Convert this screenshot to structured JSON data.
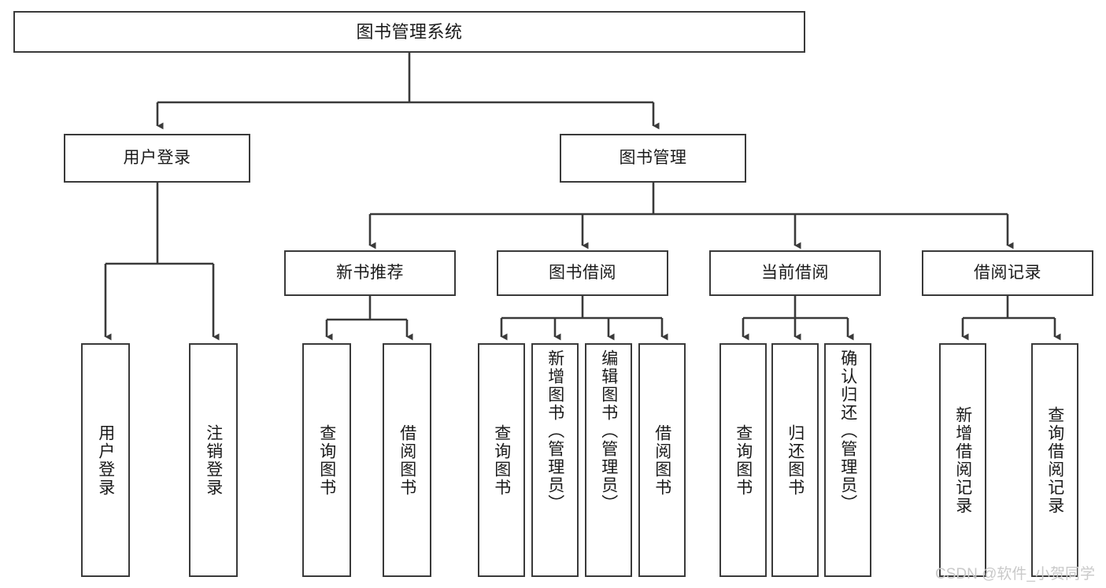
{
  "diagram": {
    "title": "图书管理系统",
    "type": "tree",
    "colors": {
      "border": "#3a3a3a",
      "fill": "#ffffff",
      "text": "#1a1a1a",
      "wire": "#3a3a3a",
      "watermark": "#c9c9c9"
    },
    "root": {
      "label": "图书管理系统"
    },
    "level2": [
      {
        "label": "用户登录"
      },
      {
        "label": "图书管理"
      }
    ],
    "level3": [
      {
        "label": "新书推荐"
      },
      {
        "label": "图书借阅"
      },
      {
        "label": "当前借阅"
      },
      {
        "label": "借阅记录"
      }
    ],
    "leaves": {
      "user_login": [
        {
          "label": "用户登录"
        },
        {
          "label": "注销登录"
        }
      ],
      "new_book": [
        {
          "label": "查询图书"
        },
        {
          "label": "借阅图书"
        }
      ],
      "book_borrow": [
        {
          "label": "查询图书"
        },
        {
          "label": "新增图书（管理员）"
        },
        {
          "label": "编辑图书（管理员）"
        },
        {
          "label": "借阅图书"
        }
      ],
      "current_borrow": [
        {
          "label": "查询图书"
        },
        {
          "label": "归还图书"
        },
        {
          "label": "确认归还（管理员）"
        }
      ],
      "borrow_record": [
        {
          "label": "新增借阅记录"
        },
        {
          "label": "查询借阅记录"
        }
      ]
    }
  },
  "watermark": {
    "text": "CSDN @软件_小贺同学"
  }
}
